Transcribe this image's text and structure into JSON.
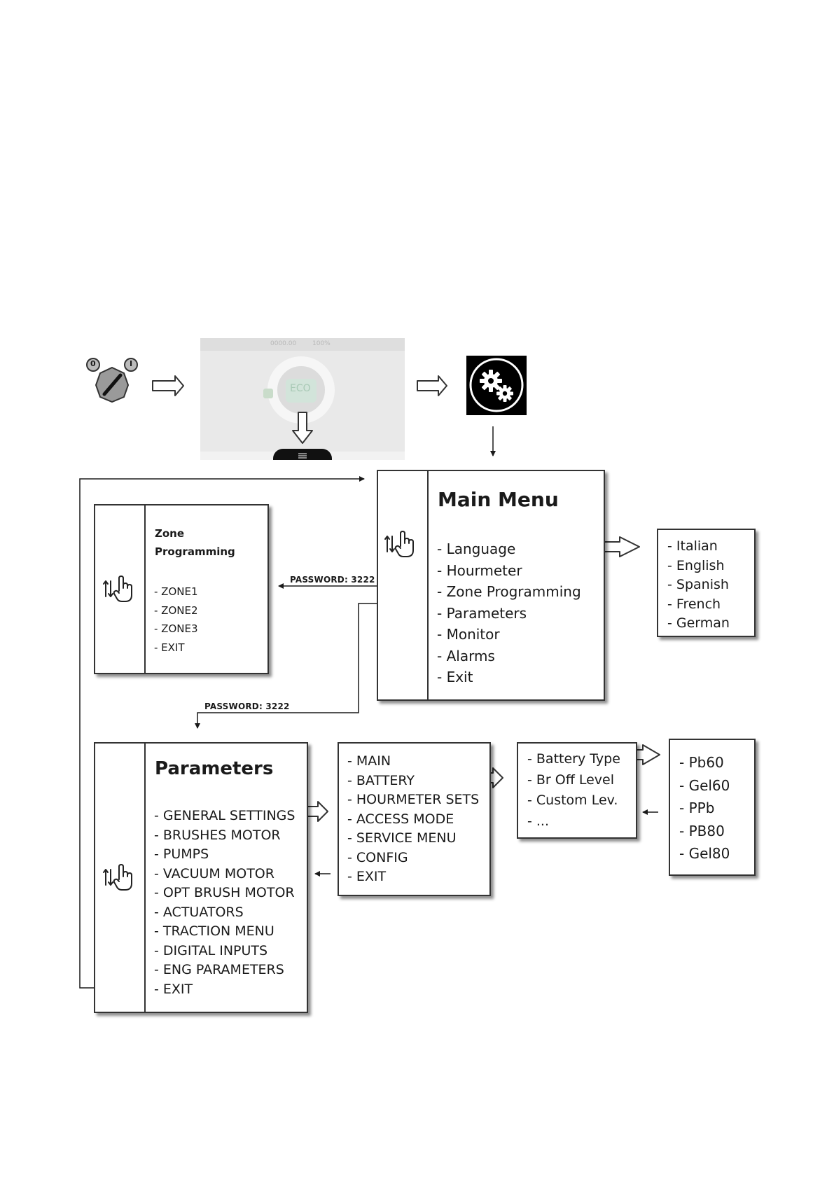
{
  "top_flow": {
    "key_switch_labels": [
      "0",
      "I"
    ],
    "display": {
      "status_bar": "0000.00",
      "battery": "100%",
      "mode": "ECO"
    }
  },
  "main_menu": {
    "title": "Main Menu",
    "items": [
      "- Language",
      "- Hourmeter",
      "- Zone Programming",
      "- Parameters",
      "- Monitor",
      "- Alarms",
      "- Exit"
    ]
  },
  "language_menu": {
    "items": [
      "- Italian",
      "- English",
      "- Spanish",
      "- French",
      "- German"
    ]
  },
  "zone_menu": {
    "title_line1": "Zone",
    "title_line2": "Programming",
    "items": [
      "- ZONE1",
      "- ZONE2",
      "- ZONE3",
      "- EXIT"
    ]
  },
  "password_labels": {
    "zone": "PASSWORD: 3222",
    "parameters": "PASSWORD: 3222"
  },
  "parameters_menu": {
    "title": "Parameters",
    "items": [
      "- GENERAL SETTINGS",
      "- BRUSHES MOTOR",
      "- PUMPS",
      "- VACUUM MOTOR",
      "- OPT BRUSH MOTOR",
      "- ACTUATORS",
      "- TRACTION MENU",
      "- DIGITAL INPUTS",
      "- ENG PARAMETERS",
      "- EXIT"
    ]
  },
  "general_settings_menu": {
    "items": [
      "- MAIN",
      "- BATTERY",
      "- HOURMETER SETS",
      "- ACCESS MODE",
      "- SERVICE MENU",
      "- CONFIG",
      "- EXIT"
    ]
  },
  "battery_menu": {
    "items": [
      "- Battery Type",
      "- Br Off Level",
      "- Custom Lev.",
      "- ..."
    ]
  },
  "battery_type_menu": {
    "items": [
      "- Pb60",
      "- Gel60",
      "- PPb",
      "- PB80",
      "- Gel80"
    ]
  },
  "colors": {
    "line": "#1a1a1a",
    "box_border": "#333333",
    "gear_bg": "#000000"
  }
}
